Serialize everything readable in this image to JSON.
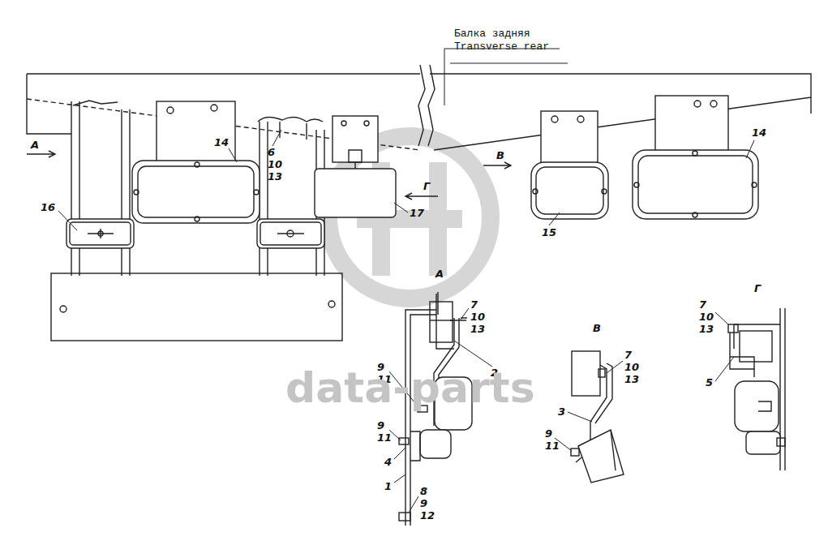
{
  "diagram": {
    "labels": [
      "Балка задняя",
      "Transverse rear",
      "А",
      "14",
      "6",
      "10",
      "13",
      "Г",
      "17",
      "16",
      "В",
      "14",
      "15",
      "А",
      "7",
      "10",
      "13",
      "9",
      "11",
      "2",
      "9",
      "11",
      "4",
      "1",
      "8",
      "9",
      "12",
      "В",
      "7",
      "10",
      "13",
      "3",
      "9",
      "11",
      "Г",
      "7",
      "10",
      "13",
      "5",
      "data-parts"
    ]
  }
}
